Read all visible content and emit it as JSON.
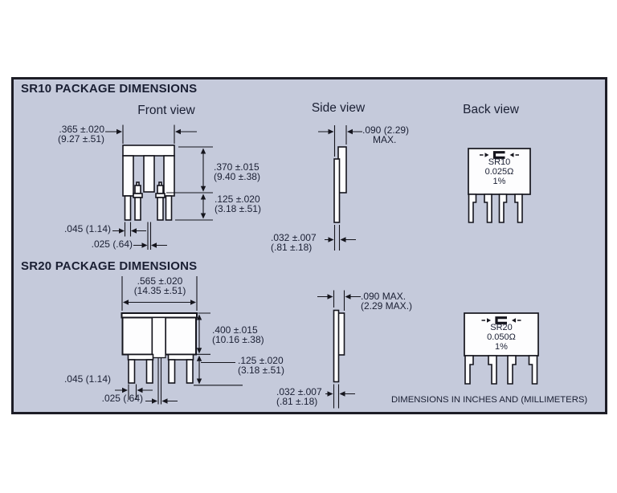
{
  "colors": {
    "panel_bg": "#c5cadb",
    "panel_border": "#1d1d26",
    "line": "#15151d",
    "text": "#1a1f33"
  },
  "footer_note": "DIMENSIONS IN INCHES AND (MILLIMETERS)",
  "sr10": {
    "title": "SR10 PACKAGE DIMENSIONS",
    "front_view_label": "Front view",
    "side_view_label": "Side view",
    "back_view_label": "Back view",
    "dim_width_in": ".365 ±.020",
    "dim_width_mm": "(9.27 ±.51)",
    "dim_height_in": ".370 ±.015",
    "dim_height_mm": "(9.40 ±.38)",
    "dim_standoff_in": ".125 ±.020",
    "dim_standoff_mm": "(3.18 ±.51)",
    "dim_lead_width": ".045 (1.14)",
    "dim_lead_gap": ".025 (.64)",
    "dim_thickness_in": ".090 (2.29)",
    "dim_thickness_max": "MAX.",
    "dim_lead_thickness_in": ".032 ±.007",
    "dim_lead_thickness_mm": "(.81 ±.18)",
    "marking": {
      "model": "SR10",
      "resistance": "0.025Ω",
      "tolerance": "1%"
    }
  },
  "sr20": {
    "title": "SR20 PACKAGE DIMENSIONS",
    "dim_width_in": ".565 ±.020",
    "dim_width_mm": "(14.35 ±.51)",
    "dim_height_in": ".400 ±.015",
    "dim_height_mm": "(10.16 ±.38)",
    "dim_standoff_in": ".125 ±.020",
    "dim_standoff_mm": "(3.18 ±.51)",
    "dim_lead_width": ".045 (1.14)",
    "dim_lead_gap": ".025 (.64)",
    "dim_thickness_in": ".090 MAX.",
    "dim_thickness_mm": "(2.29 MAX.)",
    "dim_lead_thickness_in": ".032 ±.007",
    "dim_lead_thickness_mm": "(.81 ±.18)",
    "marking": {
      "model": "SR20",
      "resistance": "0.050Ω",
      "tolerance": "1%"
    }
  }
}
